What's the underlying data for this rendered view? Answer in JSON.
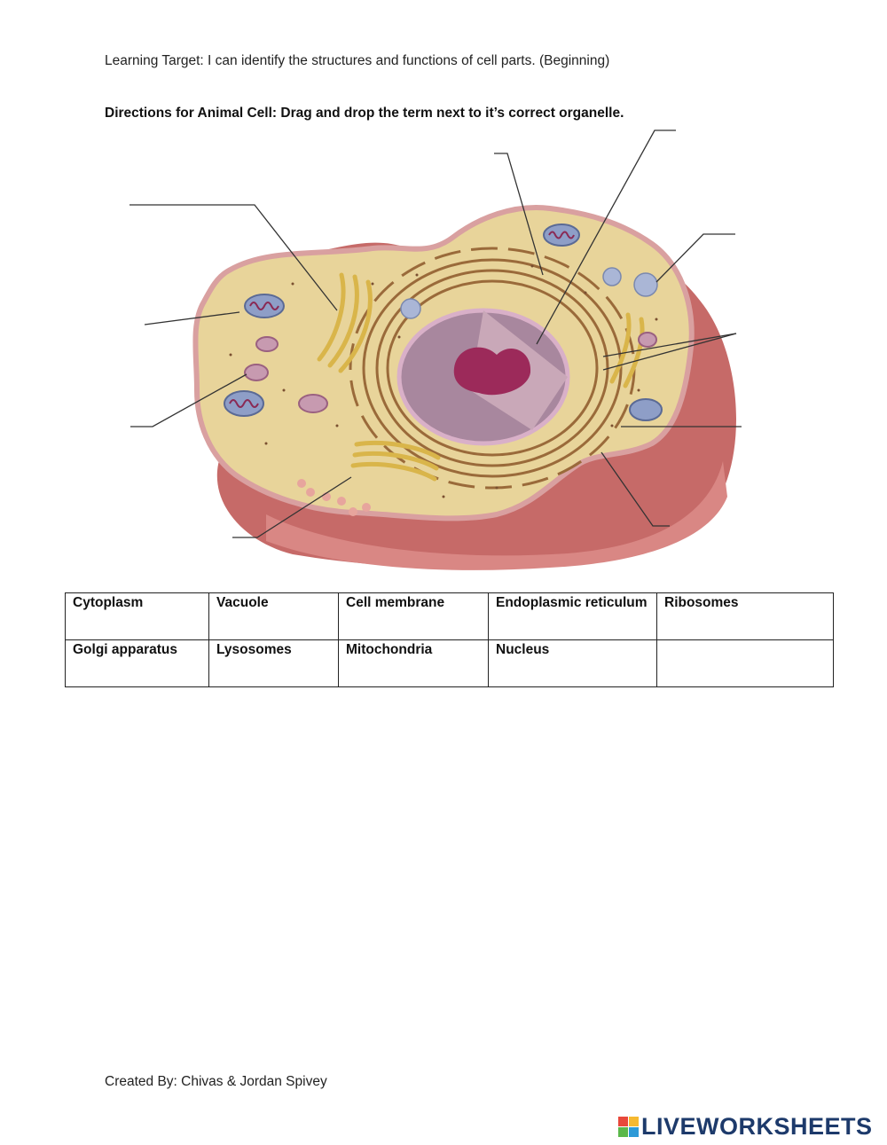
{
  "header": {
    "learning_target": "Learning Target:  I can identify the structures and functions of cell parts. (Beginning)",
    "directions": "Directions for Animal Cell:  Drag and drop the term next to it’s correct organelle."
  },
  "term_bank": {
    "rows": [
      [
        "Cytoplasm",
        "Vacuole",
        "Cell membrane",
        "Endoplasmic reticulum",
        "Ribosomes"
      ],
      [
        "Golgi apparatus",
        "Lysosomes",
        "Mitochondria",
        "Nucleus",
        ""
      ]
    ]
  },
  "footer": {
    "credit": "Created By: Chivas & Jordan Spivey",
    "brand": "LIVEWORKSHEETS",
    "brand_logo_text": "LIVE"
  },
  "colors": {
    "cytoplasm": "#e8d49a",
    "membrane": "#c9706a",
    "nucleus": "#a8879e",
    "nucleolus": "#9c2a5a",
    "brand_text": "#1d3a6b"
  }
}
